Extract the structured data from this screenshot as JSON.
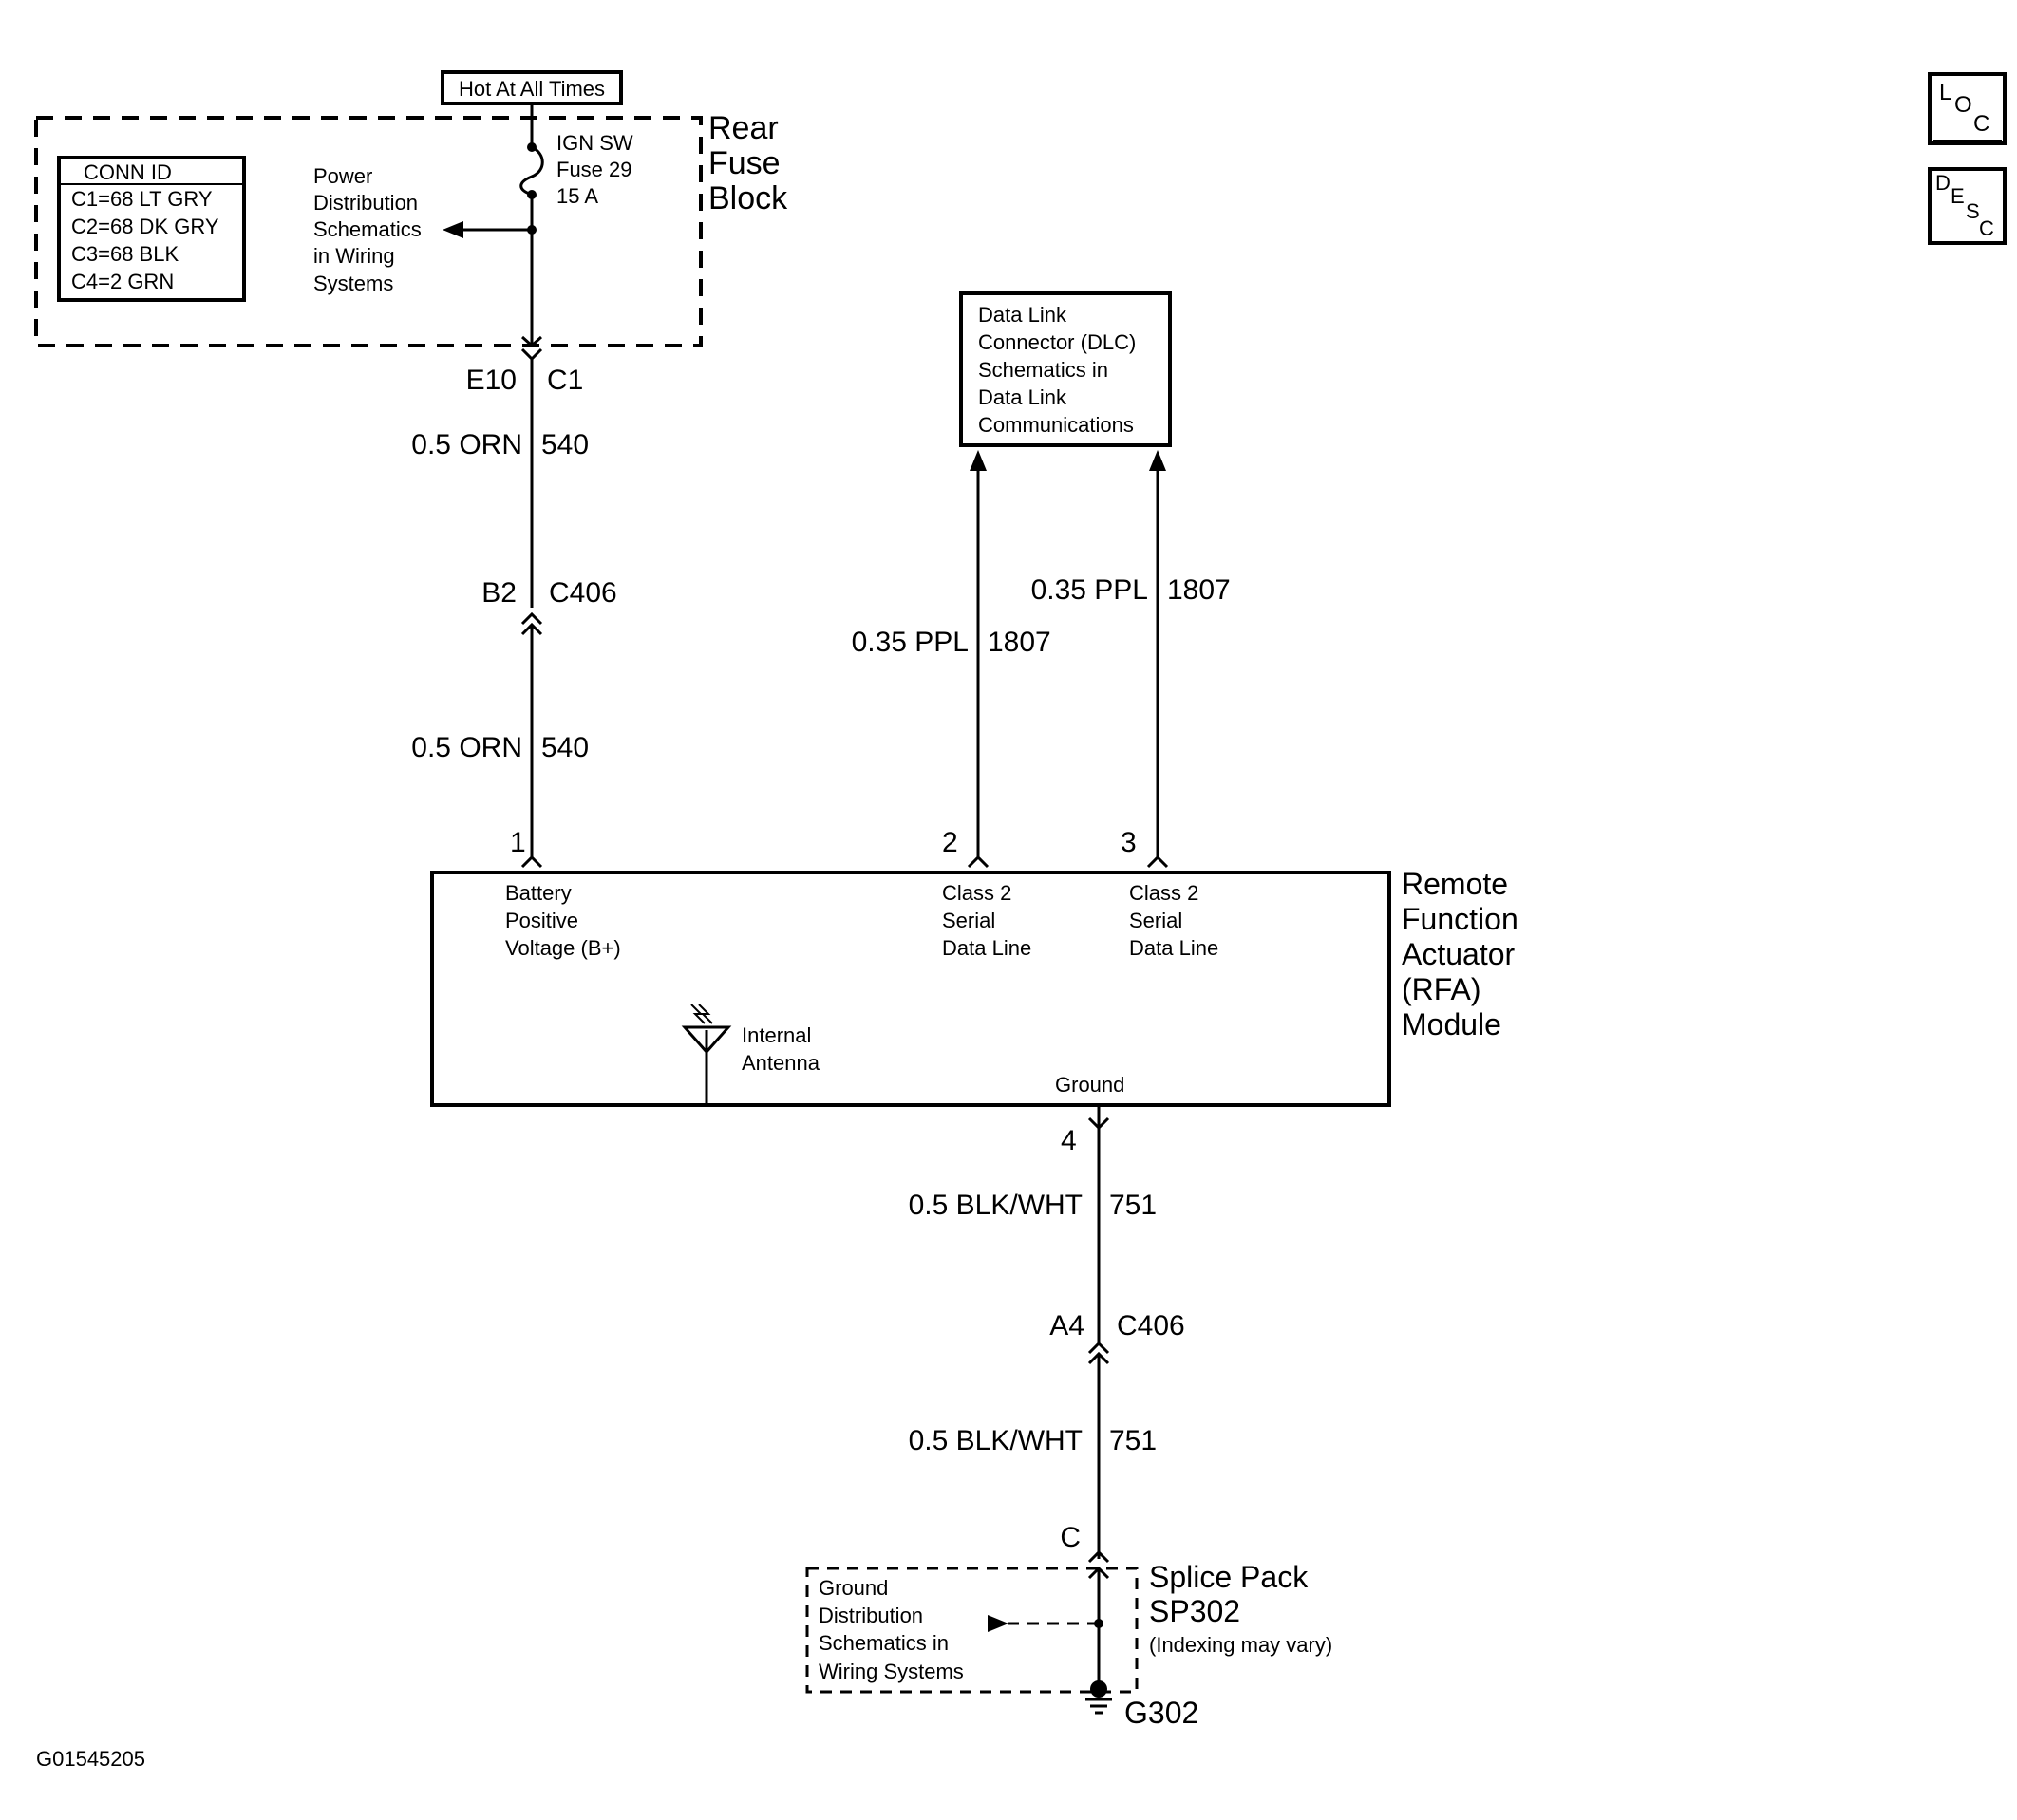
{
  "hot_label": "Hot At All Times",
  "rear_fuse_block": {
    "line1": "Rear",
    "line2": "Fuse",
    "line3": "Block"
  },
  "conn_id": {
    "header": "CONN ID",
    "rows": [
      "C1=68 LT GRY",
      "C2=68 DK GRY",
      "C3=68 BLK",
      "C4=2 GRN"
    ]
  },
  "power_distribution": [
    "Power",
    "Distribution",
    "Schematics",
    "in Wiring",
    "Systems"
  ],
  "fuse": [
    "IGN SW",
    "Fuse 29",
    "15 A"
  ],
  "connectors": {
    "e10": "E10",
    "c1": "C1",
    "b2": "B2",
    "c406_top": "C406",
    "a4": "A4",
    "c406_bottom": "C406",
    "c": "C"
  },
  "wires": {
    "orn_upper_gauge": "0.5 ORN",
    "orn_upper_circuit": "540",
    "orn_lower_gauge": "0.5 ORN",
    "orn_lower_circuit": "540",
    "ppl_left_gauge": "0.35 PPL",
    "ppl_left_circuit": "1807",
    "ppl_right_gauge": "0.35 PPL",
    "ppl_right_circuit": "1807",
    "blk_upper_gauge": "0.5 BLK/WHT",
    "blk_upper_circuit": "751",
    "blk_lower_gauge": "0.5 BLK/WHT",
    "blk_lower_circuit": "751"
  },
  "dlc_box": [
    "Data Link",
    "Connector (DLC)",
    "Schematics in",
    "Data Link",
    "Communications"
  ],
  "pins": {
    "p1": "1",
    "p2": "2",
    "p3": "3",
    "p4": "4"
  },
  "module": {
    "pin1_label": [
      "Battery",
      "Positive",
      "Voltage (B+)"
    ],
    "pin2_label": [
      "Class 2",
      "Serial",
      "Data Line"
    ],
    "pin3_label": [
      "Class 2",
      "Serial",
      "Data Line"
    ],
    "antenna_label": [
      "Internal",
      "Antenna"
    ],
    "ground_label": "Ground",
    "name": [
      "Remote",
      "Function",
      "Actuator",
      "(RFA)",
      "Module"
    ]
  },
  "ground_distribution": [
    "Ground",
    "Distribution",
    "Schematics in",
    "Wiring Systems"
  ],
  "splice_pack": {
    "line1": "Splice Pack",
    "line2": "SP302",
    "line3": "(Indexing may vary)"
  },
  "ground_id": "G302",
  "figure_id": "G01545205",
  "icons": {
    "loc": {
      "big": "L",
      "mid": "O",
      "small": "C"
    },
    "desc": {
      "d": "D",
      "e": "E",
      "s": "S",
      "c": "C"
    }
  }
}
